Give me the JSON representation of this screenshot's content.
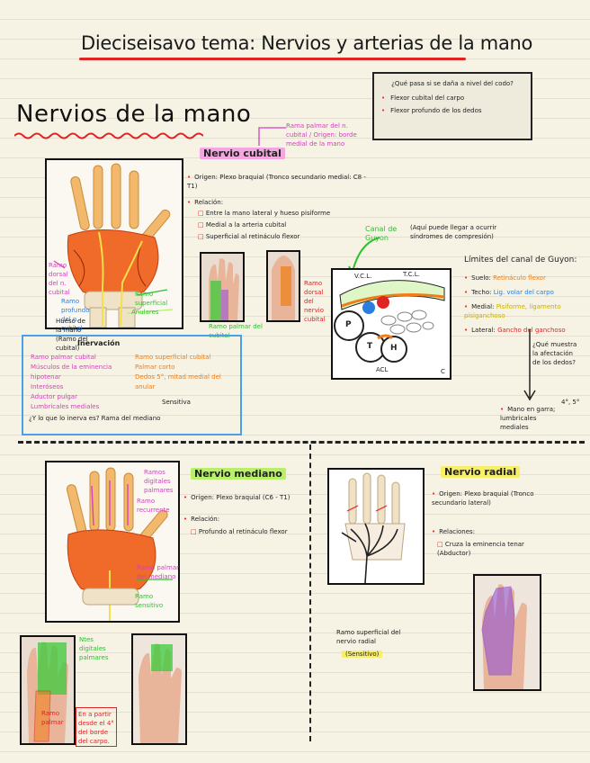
{
  "page": {
    "title": "Dieciseisavo tema: Nervios y arterias de la mano",
    "section_heading": "Nervios de la mano"
  },
  "question_box": {
    "question": "¿Qué pasa si se daña a nivel del codo?",
    "items": [
      "Flexor cubital del carpo",
      "Flexor profundo de los dedos"
    ]
  },
  "ulnar": {
    "title": "Nervio cubital",
    "callout": "Rama palmar del n. cubital / Origen: borde medial de la mano",
    "origin": "Origen: Plexo braquial (Tronco secundario medial: C8 - T1)",
    "relation_heading": "Relación:",
    "relations": [
      "Entre la mano lateral y hueso pisiforme",
      "Medial a la arteria cubital",
      "Superficial al retináculo flexor"
    ],
    "figure_labels": {
      "ramo_dorsal": "Ramo dorsal del n. cubital",
      "ramo_profundo": "Ramo profundo del n. cubital",
      "ramo_superficial": "Ramo superficial",
      "ramo_palmar": "Ramo palmar del cubital",
      "ramo_dorsal_borde": "Ramo dorsal del nervio cubital",
      "anulares": "Anulares",
      "hueso": "Hueso de la mano (Ramo del cubital)"
    }
  },
  "innervation": {
    "heading": "Inervación",
    "left": [
      "Ramo palmar cubital",
      "Músculos de la eminencia hipotenar",
      "Interóseos",
      "Aductor pulgar",
      "Lumbricales mediales"
    ],
    "right": [
      "Ramo superficial cubital",
      "Palmar corto",
      "Dedos 5°, mitad medial del anular",
      "Sensitiva"
    ],
    "footnote": "¿Y lo que lo inerva es? Rama del mediano"
  },
  "guyon": {
    "callout_name": "Canal de Guyon",
    "callout_text": "(Aquí puede llegar a ocurrir síndromes de compresión)",
    "labels": {
      "vcl": "V.C.L.",
      "tcl": "T.C.L.",
      "p": "P",
      "t": "T",
      "h": "H",
      "acl": "ACL",
      "c": "C"
    },
    "limits_heading": "Límites del canal de Guyon:",
    "limits": [
      {
        "key": "Suelo:",
        "value": "Retináculo flexor"
      },
      {
        "key": "Techo:",
        "value": "Lig. volar del carpo"
      },
      {
        "key": "Medial:",
        "value": "Pisiforme, ligamento pisiganchoso"
      },
      {
        "key": "Lateral:",
        "value": "Gancho del ganchoso"
      }
    ],
    "question": "¿Qué muestra la afectación de los dedos?",
    "answer": "Mano en garra; lumbricales mediales",
    "mark": "4°, 5°"
  },
  "median": {
    "title": "Nervio mediano",
    "origin": "Origen: Plexo braquial (C6 - T1)",
    "relation_heading": "Relación:",
    "relations": [
      "Profundo al retináculo flexor"
    ],
    "figure_labels": {
      "digitales": "Ramos digitales palmares",
      "recurrente": "Ramo recurrente",
      "tenar": "Ramo palmar del mediano",
      "sensitivo": "Ramo sensitivo"
    },
    "hand_labels": {
      "digitales": "Ntes digitales palmares",
      "palmar": "Ramo palmar"
    },
    "note": "En a partir desde el 4° del borde del carpo."
  },
  "radial": {
    "title": "Nervio radial",
    "origin": "Origen: Plexo braquial (Tronco secundario lateral)",
    "relation_heading": "Relaciones:",
    "relations": [
      "Cruza la eminencia tenar (Abductor)"
    ],
    "figure_label": "Ramo superficial del nervio radial",
    "figure_sub": "(Sensitivo)"
  },
  "colors": {
    "red": "#e02424",
    "pink": "#f3a6df",
    "green": "#b9f06a",
    "yellow": "#f7ee6a",
    "blue": "#4aa0e6"
  }
}
